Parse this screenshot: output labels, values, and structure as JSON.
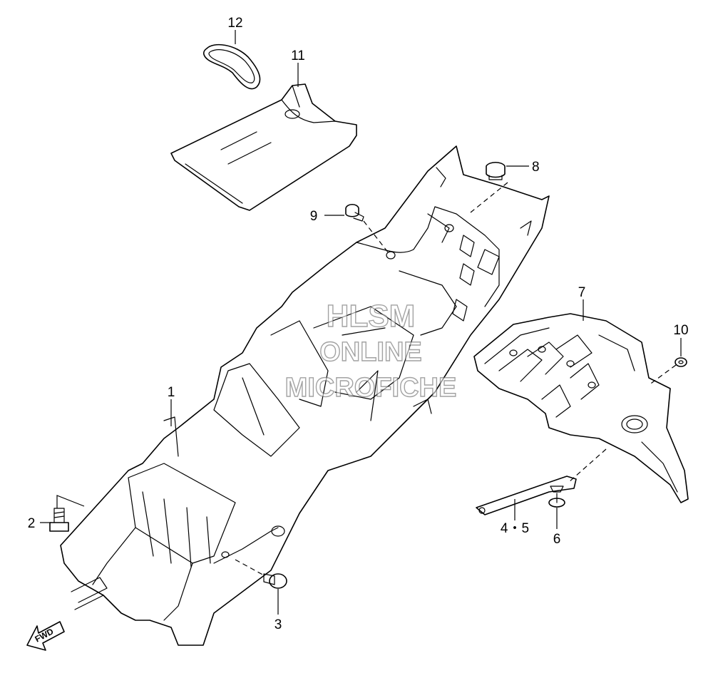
{
  "callouts": {
    "p1": "1",
    "p2": "2",
    "p3": "3",
    "p45": "4・5",
    "p6": "6",
    "p7": "7",
    "p8": "8",
    "p9": "9",
    "p10": "10",
    "p11": "11",
    "p12": "12"
  },
  "watermark": {
    "line1": "HLSM",
    "line2": "ONLINE",
    "line3": "MICROFICHE"
  },
  "direction": {
    "label": "FWD"
  }
}
